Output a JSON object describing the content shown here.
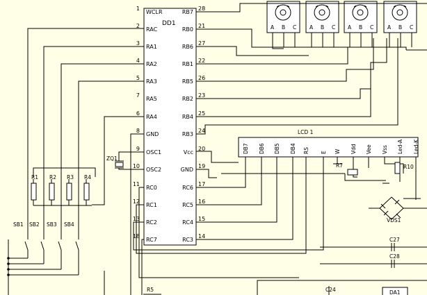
{
  "mcu": {
    "name": "DD1",
    "left_pins": [
      {
        "num": "1",
        "name": "WCLR"
      },
      {
        "num": "2",
        "name": "RAC"
      },
      {
        "num": "3",
        "name": "RA1"
      },
      {
        "num": "4",
        "name": "RA2"
      },
      {
        "num": "5",
        "name": "RA3"
      },
      {
        "num": "7",
        "name": "RA5"
      },
      {
        "num": "6",
        "name": "RA4"
      },
      {
        "num": "8",
        "name": "GND"
      },
      {
        "num": "9",
        "name": "OSC1"
      },
      {
        "num": "10",
        "name": "OSC2"
      },
      {
        "num": "11",
        "name": "RC0"
      },
      {
        "num": "12",
        "name": "RC1"
      },
      {
        "num": "13",
        "name": "RC2"
      },
      {
        "num": "18",
        "name": "RC7"
      }
    ],
    "right_pins": [
      {
        "num": "28",
        "name": "RB7"
      },
      {
        "num": "21",
        "name": "RB0"
      },
      {
        "num": "27",
        "name": "RB6"
      },
      {
        "num": "22",
        "name": "RB1"
      },
      {
        "num": "26",
        "name": "RB5"
      },
      {
        "num": "23",
        "name": "RB2"
      },
      {
        "num": "25",
        "name": "RB4"
      },
      {
        "num": "24",
        "name": "RB3"
      },
      {
        "num": "20",
        "name": "Vcc"
      },
      {
        "num": "19",
        "name": "GND"
      },
      {
        "num": "17",
        "name": "RC6"
      },
      {
        "num": "16",
        "name": "RC5"
      },
      {
        "num": "15",
        "name": "RC4"
      },
      {
        "num": "14",
        "name": "RC3"
      }
    ]
  },
  "lcd": {
    "name": "LCD 1",
    "pins": [
      "DB7",
      "DB6",
      "DB5",
      "DB4",
      "RS",
      "E",
      "W",
      "Vdd",
      "Vee",
      "Vss",
      "Led-A",
      "Led-K"
    ]
  },
  "encoder_pin_labels": [
    "A",
    "B",
    "C"
  ],
  "resistors": [
    "R1",
    "R2",
    "R3",
    "R4"
  ],
  "switches": [
    "SB1",
    "SB2",
    "SB3",
    "SB4"
  ],
  "other_labels": {
    "crystal": "ZQ1",
    "r7": "R7",
    "r10": "R10",
    "r5": "R5",
    "bridge": "VDS1",
    "c27": "C27",
    "c28": "C28",
    "c24": "C24",
    "da1": "DA1"
  }
}
